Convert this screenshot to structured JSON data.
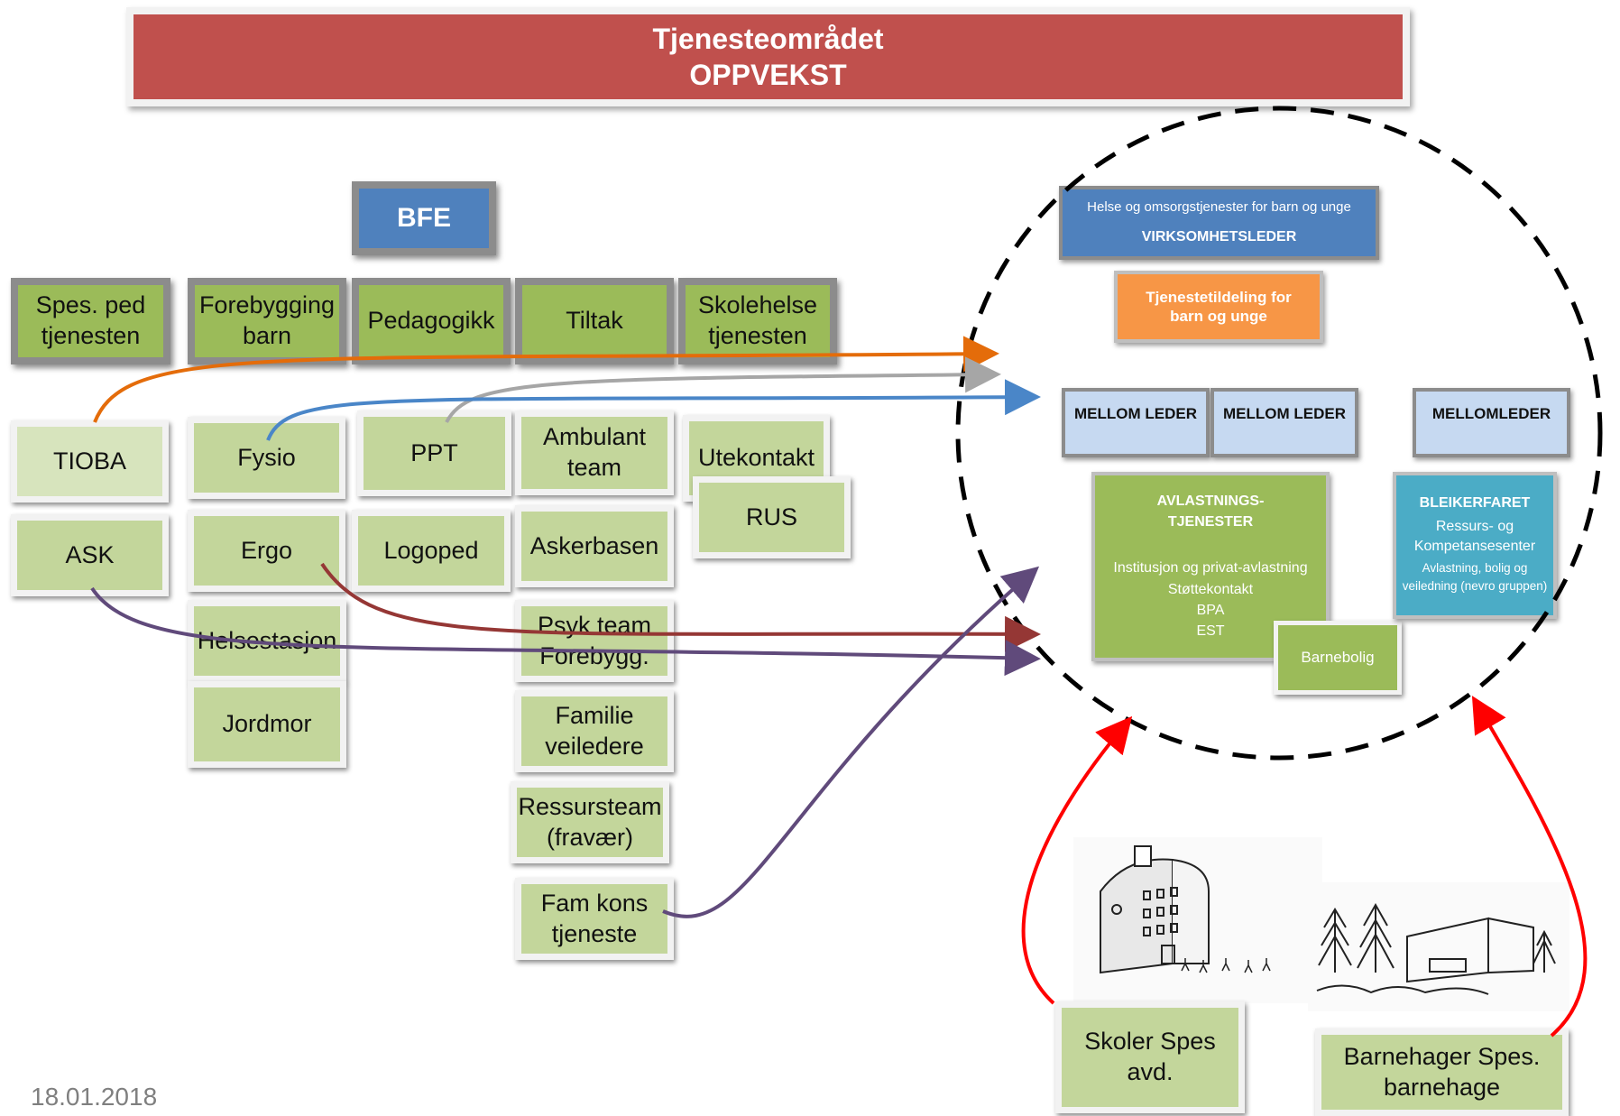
{
  "title": {
    "line1": "Tjenesteområdet",
    "line2": "OPPVEKST"
  },
  "bfe": "BFE",
  "headers": {
    "spes_ped": "Spes. ped tjenesten",
    "forebygging": "Forebygging barn",
    "pedagogikk": "Pedagogikk",
    "tiltak": "Tiltak",
    "skolehelse": "Skolehelse tjenesten"
  },
  "units": {
    "tioba": "TIOBA",
    "ask": "ASK",
    "fysio": "Fysio",
    "ergo": "Ergo",
    "helsestasjon": "Helsestasjon",
    "jordmor": "Jordmor",
    "ppt": "PPT",
    "logoped": "Logoped",
    "ambulant": "Ambulant team",
    "askerbasen": "Askerbasen",
    "psyk": "Psyk team Forebygg.",
    "familie": "Familie veiledere",
    "ressursteam": "Ressursteam (fravær)",
    "famkons": "Fam kons tjeneste",
    "utekontakt": "Utekontakt",
    "rus": "RUS"
  },
  "right": {
    "helse_line1": "Helse og omsorgstjenester for barn og unge",
    "helse_line2": "VIRKSOMHETSLEDER",
    "tjenestetildeling": "Tjenestetildeling for barn og unge",
    "mellom1": "MELLOM LEDER",
    "mellom2": "MELLOM LEDER",
    "mellomleder": "MELLOMLEDER",
    "avlastning_title": "AVLASTNINGS- TJENESTER",
    "avlastning_items": [
      "Institusjon og privat-avlastning",
      "Støttekontakt",
      "BPA",
      "EST"
    ],
    "barnebolig": "Barnebolig",
    "bleikerfaret_title": "BLEIKERFARET",
    "bleikerfaret_sub": "Ressurs- og Kompetansesenter",
    "bleikerfaret_desc": "Avlastning, bolig og veiledning (nevro gruppen)"
  },
  "skoler": "Skoler Spes avd.",
  "barnehager": "Barnehager Spes. barnehage",
  "date": "18.01.2018",
  "colors": {
    "title": "#c0504d",
    "bfe": "#4f81bd",
    "green_header": "#9bbb59",
    "green_box": "#c3d69b",
    "orange": "#f79646",
    "blue": "#4f81bd",
    "teal": "#4bacc6",
    "arrow_orange": "#e46c0a",
    "arrow_grey": "#a6a6a6",
    "arrow_blue": "#4a86c8",
    "arrow_darkred": "#953735",
    "arrow_purple": "#604a7b",
    "arrow_red": "#ff0000"
  }
}
